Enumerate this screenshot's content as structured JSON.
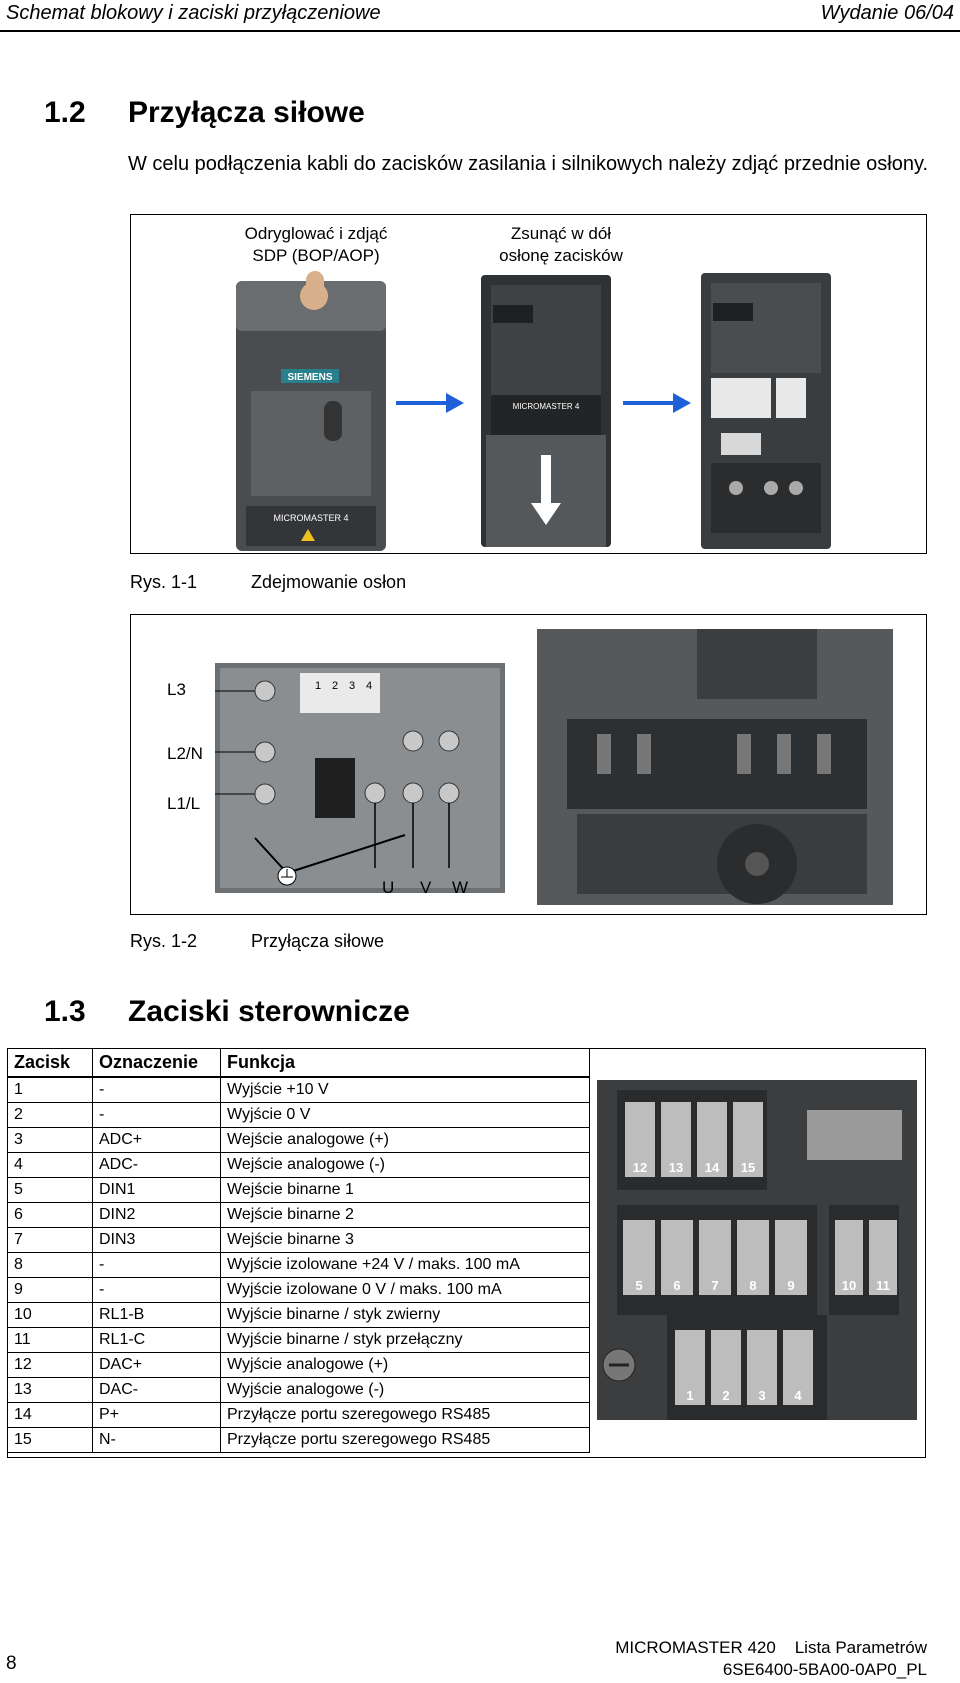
{
  "header": {
    "left": "Schemat blokowy i zaciski przyłączeniowe",
    "right": "Wydanie 06/04"
  },
  "section_1_2": {
    "number": "1.2",
    "title": "Przyłącza siłowe",
    "intro": "W celu podłączenia kabli do zacisków zasilania i silnikowych należy zdjąć przednie osłony."
  },
  "figure_1_1": {
    "step1_line1": "Odryglować i zdjąć",
    "step1_line2": "SDP (BOP/AOP)",
    "step2_line1": "Zsunąć w dół",
    "step2_line2": "osłonę zacisków",
    "brand": "SIEMENS",
    "product": "MICROMASTER 4",
    "caption_num": "Rys. 1-1",
    "caption_text": "Zdejmowanie osłon",
    "arrow_color": "#1f5fd8"
  },
  "figure_1_2": {
    "labels": {
      "l3": "L3",
      "l2n": "L2/N",
      "l1l": "L1/L",
      "u": "U",
      "v": "V",
      "w": "W"
    },
    "terminal_numbers": [
      "1",
      "2",
      "3",
      "4"
    ],
    "caption_num": "Rys. 1-2",
    "caption_text": "Przyłącza siłowe"
  },
  "section_1_3": {
    "number": "1.3",
    "title": "Zaciski sterownicze"
  },
  "control_table": {
    "headers": [
      "Zacisk",
      "Oznaczenie",
      "Funkcja"
    ],
    "rows": [
      [
        "1",
        "-",
        "Wyjście +10 V"
      ],
      [
        "2",
        "-",
        "Wyjście 0 V"
      ],
      [
        "3",
        "ADC+",
        "Wejście analogowe (+)"
      ],
      [
        "4",
        "ADC-",
        "Wejście analogowe (-)"
      ],
      [
        "5",
        "DIN1",
        "Wejście binarne 1"
      ],
      [
        "6",
        "DIN2",
        "Wejście binarne 2"
      ],
      [
        "7",
        "DIN3",
        "Wejście binarne 3"
      ],
      [
        "8",
        "-",
        "Wyjście izolowane +24 V / maks. 100 mA"
      ],
      [
        "9",
        "-",
        "Wyjście izolowane 0 V / maks. 100 mA"
      ],
      [
        "10",
        "RL1-B",
        "Wyjście binarne / styk zwierny"
      ],
      [
        "11",
        "RL1-C",
        "Wyjście binarne / styk przełączny"
      ],
      [
        "12",
        "DAC+",
        "Wyjście analogowe (+)"
      ],
      [
        "13",
        "DAC-",
        "Wyjście analogowe (-)"
      ],
      [
        "14",
        "P+",
        "Przyłącze portu szeregowego RS485"
      ],
      [
        "15",
        "N-",
        "Przyłącze portu szeregowego RS485"
      ]
    ],
    "photo_labels": {
      "top": [
        "12",
        "13",
        "14",
        "15"
      ],
      "middle": [
        "5",
        "6",
        "7",
        "8",
        "9"
      ],
      "relay": [
        "10",
        "11"
      ],
      "bottom": [
        "1",
        "2",
        "3",
        "4"
      ]
    }
  },
  "footer": {
    "page_number": "8",
    "product": "MICROMASTER 420    Lista Parametrów",
    "doc_code": "6SE6400-5BA00-0AP0_PL"
  }
}
